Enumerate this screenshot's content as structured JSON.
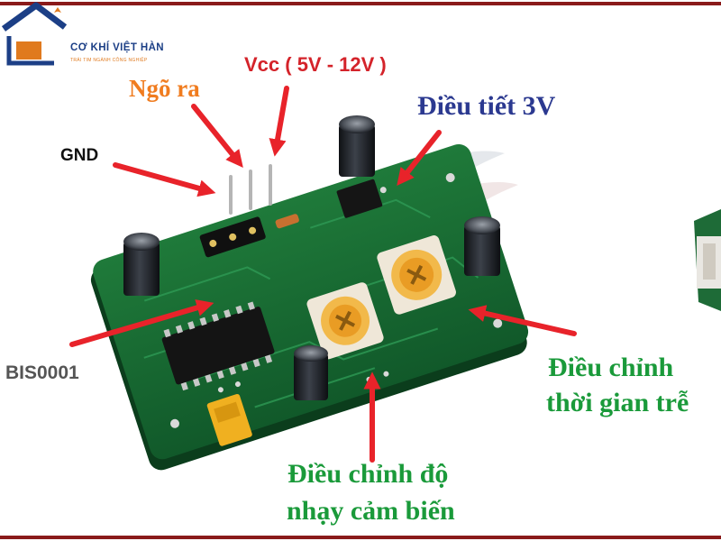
{
  "brand": {
    "name": "CƠ KHÍ VIỆT HÀN",
    "tagline": "TRÁI TIM NGÀNH CÔNG NGHIỆP",
    "colors": {
      "primary": "#1c3f86",
      "accent": "#e07a1e"
    }
  },
  "labels": {
    "vcc": "Vcc ( 5V - 12V )",
    "output": "Ngõ ra",
    "gnd": "GND",
    "regulator": "Điều tiết 3V",
    "ic": "BIS0001",
    "delay_line1": "Điều chỉnh",
    "delay_line2": "thời gian trễ",
    "sensitivity_line1": "Điều chỉnh độ",
    "sensitivity_line2": "nhạy cảm biến"
  },
  "colors": {
    "arrow": "#e8232a",
    "vcc_text": "#d4232a",
    "output_text": "#f07c1f",
    "gnd_text": "#111111",
    "regulator_text": "#2b3990",
    "ic_text": "#555555",
    "callout_text": "#1a9a3a",
    "frame": "#8a1a1a"
  },
  "icons": {
    "logo": "house-roof-logo",
    "board": "pir-sensor-module-photo",
    "arrows": "red-pointer-arrow"
  }
}
